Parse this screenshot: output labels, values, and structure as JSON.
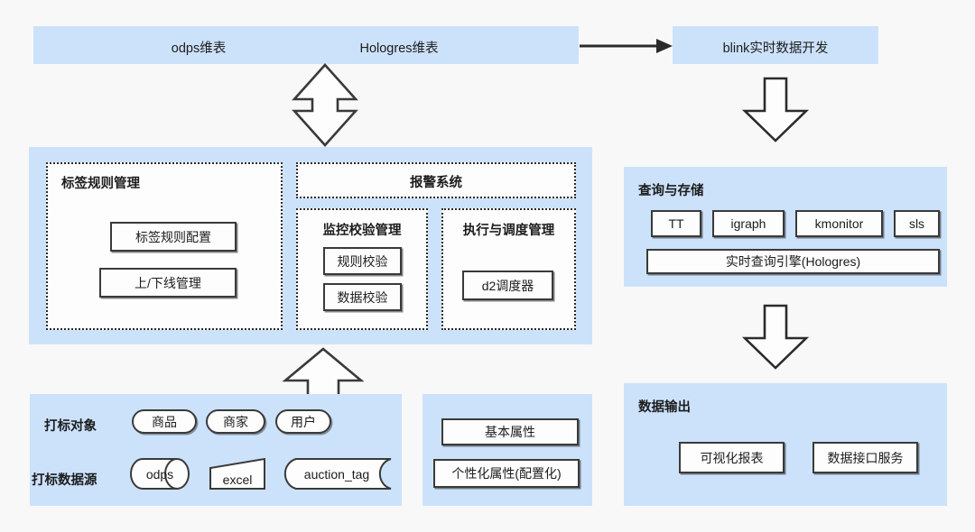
{
  "diagram": {
    "title_bar": {
      "labels": [
        "odps维表",
        "Hologres维表"
      ]
    },
    "blink_box": {
      "label": "blink实时数据开发"
    },
    "platform_panel": {
      "tag_rule_group": {
        "title": "标签规则管理",
        "items": [
          "标签规则配置",
          "上/下线管理"
        ]
      },
      "alarm_group": {
        "title": "报警系统"
      },
      "monitor_group": {
        "title": "监控校验管理",
        "items": [
          "规则校验",
          "数据校验"
        ]
      },
      "schedule_group": {
        "title": "执行与调度管理",
        "items": [
          "d2调度器"
        ]
      }
    },
    "query_panel": {
      "title": "查询与存储",
      "stores": [
        "TT",
        "igraph",
        "kmonitor",
        "sls"
      ],
      "engine": "实时查询引擎(Hologres)"
    },
    "output_panel": {
      "title": "数据输出",
      "items": [
        "可视化报表",
        "数据接口服务"
      ]
    },
    "source_panel": {
      "object_row_label": "打标对象",
      "objects": [
        "商品",
        "商家",
        "用户"
      ],
      "datasource_row_label": "打标数据源",
      "datasources": [
        "odps",
        "excel",
        "auction_tag"
      ]
    },
    "attribute_panel": {
      "items": [
        "基本属性",
        "个性化属性(配置化)"
      ]
    },
    "colors": {
      "panel_fill": "#cce2fb",
      "box_stroke": "#3a3a3a",
      "background": "#f8f8f8",
      "text": "#1c1c1c"
    }
  }
}
